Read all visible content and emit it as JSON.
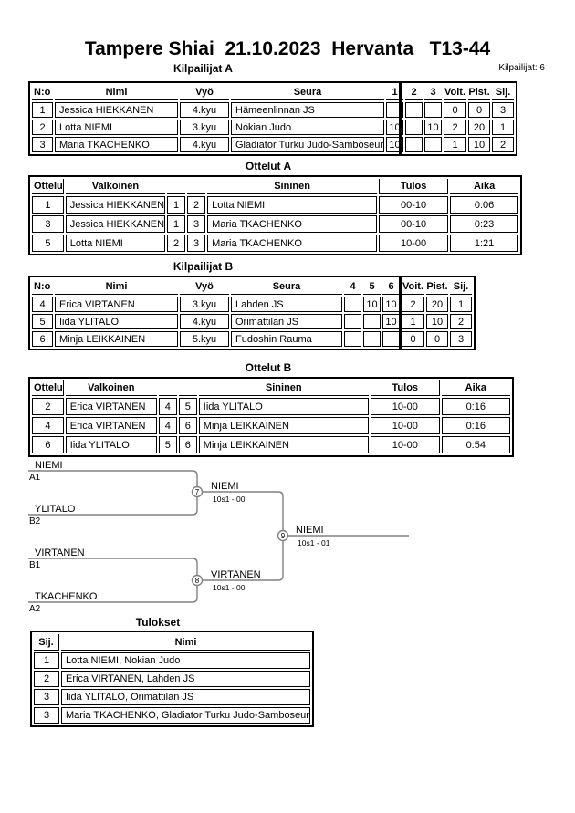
{
  "page": {
    "title": "Tampere Shiai  21.10.2023  Hervanta   T13-44",
    "competitors_label": "Kilpailijat: 6"
  },
  "pool_a": {
    "title": "Kilpailijat A",
    "headers": {
      "no": "N:o",
      "name": "Nimi",
      "belt": "Vyö",
      "club": "Seura",
      "r1": "1",
      "r2": "2",
      "r3": "3",
      "wins": "Voit.",
      "points": "Pist.",
      "place": "Sij."
    },
    "rows": [
      {
        "no": "1",
        "name": "Jessica HIEKKANEN",
        "belt": "4.kyu",
        "club": "Hämeenlinnan JS",
        "r1": "",
        "r2": "",
        "r3": "",
        "wins": "0",
        "points": "0",
        "place": "3"
      },
      {
        "no": "2",
        "name": "Lotta NIEMI",
        "belt": "3.kyu",
        "club": "Nokian Judo",
        "r1": "10",
        "r2": "",
        "r3": "10",
        "wins": "2",
        "points": "20",
        "place": "1"
      },
      {
        "no": "3",
        "name": "Maria TKACHENKO",
        "belt": "4.kyu",
        "club": "Gladiator Turku Judo-Samboseur",
        "r1": "10",
        "r2": "",
        "r3": "",
        "wins": "1",
        "points": "10",
        "place": "2"
      }
    ]
  },
  "matches_a": {
    "title": "Ottelut A",
    "headers": {
      "match": "Ottelu",
      "white": "Valkoinen",
      "blue": "Sininen",
      "result": "Tulos",
      "time": "Aika"
    },
    "rows": [
      {
        "no": "1",
        "white": "Jessica HIEKKANEN",
        "white_no": "1",
        "blue_no": "2",
        "blue": "Lotta NIEMI",
        "result": "00-10",
        "time": "0:06"
      },
      {
        "no": "3",
        "white": "Jessica HIEKKANEN",
        "white_no": "1",
        "blue_no": "3",
        "blue": "Maria TKACHENKO",
        "result": "00-10",
        "time": "0:23"
      },
      {
        "no": "5",
        "white": "Lotta NIEMI",
        "white_no": "2",
        "blue_no": "3",
        "blue": "Maria TKACHENKO",
        "result": "10-00",
        "time": "1:21"
      }
    ]
  },
  "pool_b": {
    "title": "Kilpailijat B",
    "headers": {
      "no": "N:o",
      "name": "Nimi",
      "belt": "Vyö",
      "club": "Seura",
      "r1": "4",
      "r2": "5",
      "r3": "6",
      "wins": "Voit.",
      "points": "Pist.",
      "place": "Sij."
    },
    "rows": [
      {
        "no": "4",
        "name": "Erica VIRTANEN",
        "belt": "3.kyu",
        "club": "Lahden JS",
        "r1": "",
        "r2": "10",
        "r3": "10",
        "wins": "2",
        "points": "20",
        "place": "1"
      },
      {
        "no": "5",
        "name": "Iida YLITALO",
        "belt": "4.kyu",
        "club": "Orimattilan JS",
        "r1": "",
        "r2": "",
        "r3": "10",
        "wins": "1",
        "points": "10",
        "place": "2"
      },
      {
        "no": "6",
        "name": "Minja LEIKKAINEN",
        "belt": "5.kyu",
        "club": "Fudoshin Rauma",
        "r1": "",
        "r2": "",
        "r3": "",
        "wins": "0",
        "points": "0",
        "place": "3"
      }
    ]
  },
  "matches_b": {
    "title": "Ottelut B",
    "headers": {
      "match": "Ottelu",
      "white": "Valkoinen",
      "blue": "Sininen",
      "result": "Tulos",
      "time": "Aika"
    },
    "rows": [
      {
        "no": "2",
        "white": "Erica VIRTANEN",
        "white_no": "4",
        "blue_no": "5",
        "blue": "Iida YLITALO",
        "result": "10-00",
        "time": "0:16"
      },
      {
        "no": "4",
        "white": "Erica VIRTANEN",
        "white_no": "4",
        "blue_no": "6",
        "blue": "Minja LEIKKAINEN",
        "result": "10-00",
        "time": "0:16"
      },
      {
        "no": "6",
        "white": "Iida YLITALO",
        "white_no": "5",
        "blue_no": "6",
        "blue": "Minja LEIKKAINEN",
        "result": "10-00",
        "time": "0:54"
      }
    ]
  },
  "bracket": {
    "slots": [
      {
        "name": "NIEMI",
        "seed": "A1"
      },
      {
        "name": "YLITALO",
        "seed": "B2"
      },
      {
        "name": "VIRTANEN",
        "seed": "B1"
      },
      {
        "name": "TKACHENKO",
        "seed": "A2"
      }
    ],
    "matches": [
      {
        "no": "7",
        "winner": "NIEMI",
        "score": "10s1 - 00"
      },
      {
        "no": "8",
        "winner": "VIRTANEN",
        "score": "10s1 - 00"
      },
      {
        "no": "9",
        "winner": "NIEMI",
        "score": "10s1 - 01"
      }
    ]
  },
  "results": {
    "title": "Tulokset",
    "headers": {
      "place": "Sij.",
      "name": "Nimi"
    },
    "rows": [
      {
        "place": "1",
        "name": "Lotta NIEMI, Nokian Judo"
      },
      {
        "place": "2",
        "name": "Erica VIRTANEN, Lahden JS"
      },
      {
        "place": "3",
        "name": "Iida YLITALO, Orimattilan JS"
      },
      {
        "place": "3",
        "name": "Maria TKACHENKO, Gladiator Turku Judo-Samboseur"
      }
    ]
  }
}
